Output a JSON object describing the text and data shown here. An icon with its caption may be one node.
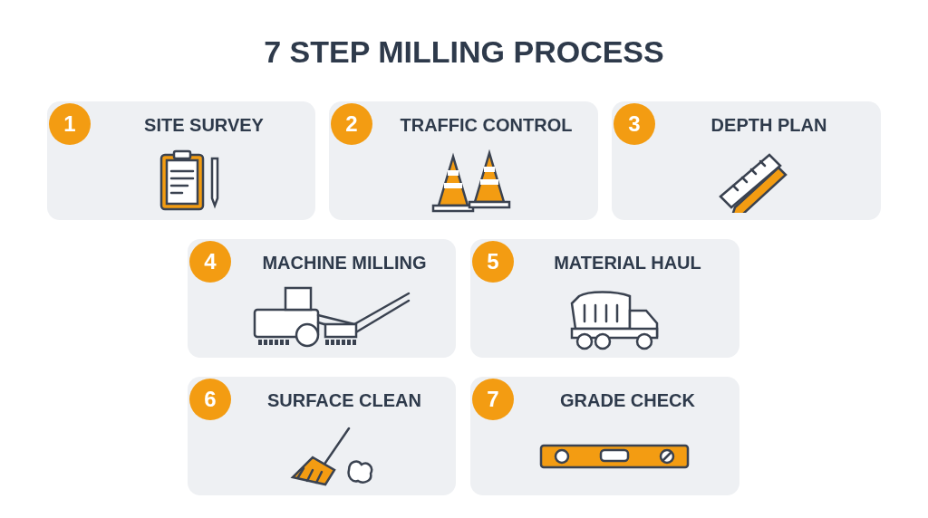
{
  "diagram": {
    "title": "7 STEP MILLING PROCESS",
    "nodes": [
      {
        "text": [
          "SITE SURVEY"
        ]
      },
      {
        "text": [
          "1"
        ],
        "in": 0
      },
      {
        "text": [
          "TRAFFIC CONTROL"
        ]
      },
      {
        "text": [
          "2"
        ],
        "in": 2
      },
      {
        "text": [
          "DEPTH PLAN"
        ]
      },
      {
        "text": [
          "3"
        ],
        "in": 4
      },
      {
        "text": [
          "MACHINE MILLING"
        ]
      },
      {
        "text": [
          "4"
        ],
        "in": 6
      },
      {
        "text": [
          "MATERIAL HAUL"
        ]
      },
      {
        "text": [
          "5"
        ],
        "in": 8
      },
      {
        "text": [
          "SURFACE CLEAN"
        ]
      },
      {
        "text": [
          "6"
        ],
        "in": 10
      },
      {
        "text": [
          "GRADE CHECK"
        ]
      },
      {
        "text": [
          "7"
        ],
        "in": 12
      }
    ]
  }
}
